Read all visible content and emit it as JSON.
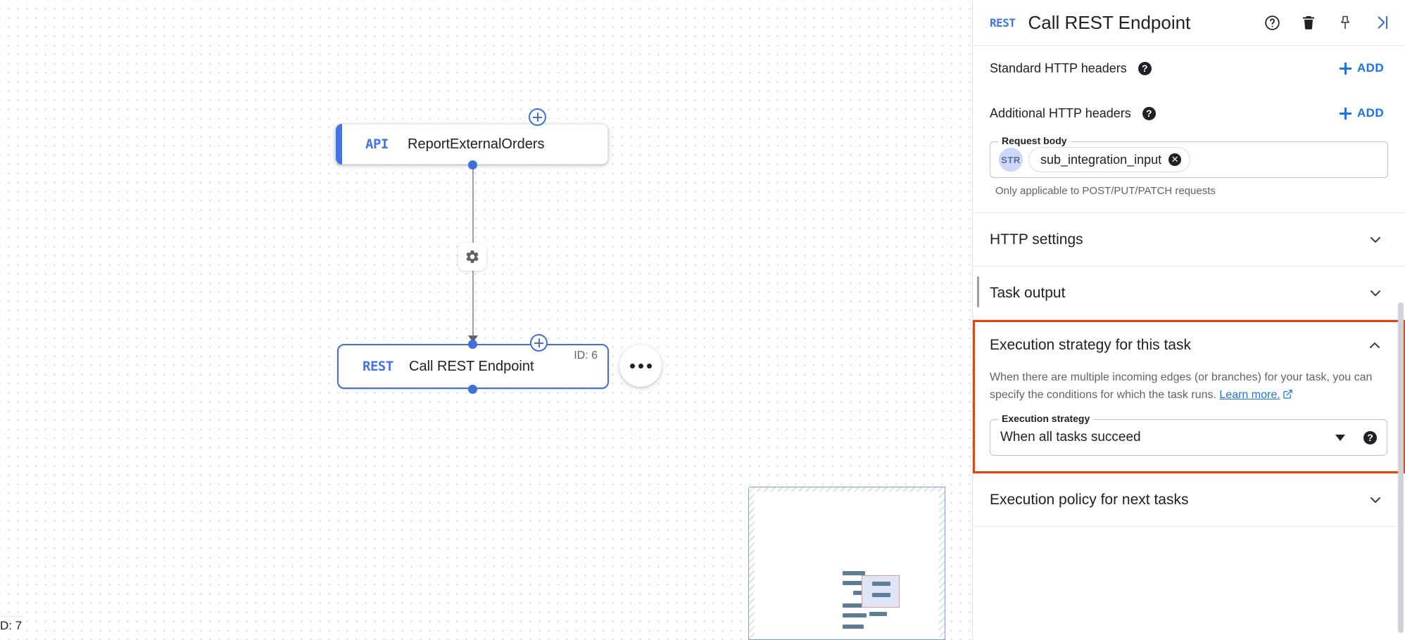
{
  "canvas": {
    "nodes": [
      {
        "tag": "API",
        "title": "ReportExternalOrders"
      },
      {
        "tag": "REST",
        "title": "Call REST Endpoint",
        "id_label": "ID: 6"
      }
    ],
    "clipped_id_label": "D: 7",
    "gear_icon": "settings-gear-icon",
    "kebab_icon": "more-options-icon",
    "add_node_icon": "plus-circle-icon"
  },
  "panel": {
    "header": {
      "tag": "REST",
      "title": "Call REST Endpoint",
      "icons": [
        "help-icon",
        "delete-icon",
        "pin-icon",
        "collapse-panel-icon"
      ]
    },
    "fields": {
      "standard_headers_label": "Standard HTTP headers",
      "standard_headers_add": "ADD",
      "additional_headers_label": "Additional HTTP headers",
      "additional_headers_add": "ADD",
      "request_body_legend": "Request body",
      "request_body_type_badge": "STR",
      "request_body_chip": "sub_integration_input",
      "request_body_hint": "Only applicable to POST/PUT/PATCH requests"
    },
    "sections": [
      {
        "title": "HTTP settings",
        "state": "collapsed"
      },
      {
        "title": "Task output",
        "state": "collapsed"
      },
      {
        "title": "Execution policy for next tasks",
        "state": "collapsed"
      }
    ],
    "execution_strategy": {
      "title": "Execution strategy for this task",
      "state": "expanded",
      "description_line1": "When there are multiple incoming edges (or branches) for your task,",
      "description_line2": "you can specify the conditions for which the task runs.",
      "learn_more": "Learn more.",
      "select_legend": "Execution strategy",
      "select_value": "When all tasks succeed"
    }
  },
  "colors": {
    "accent_blue": "#1a73e8",
    "node_blue": "#3f6fdb",
    "highlight_red": "#e8430f",
    "text_primary": "#202124",
    "text_secondary": "#5f6368"
  }
}
